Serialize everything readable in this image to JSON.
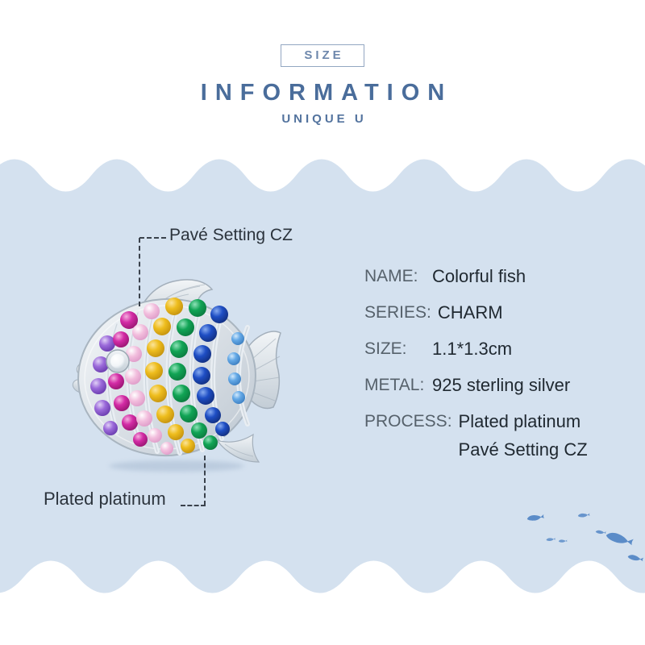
{
  "theme": {
    "background_blue": "#d4e1ef",
    "accent_blue": "#4a6d9b",
    "text_dark": "#2b333c",
    "label_gray": "#56616b",
    "school_fish_blue": "#5b8cc8"
  },
  "header": {
    "badge_label": "SIZE",
    "title": "INFORMATION",
    "subtitle": "UNIQUE U"
  },
  "callouts": {
    "pave": "Pavé Setting CZ",
    "plated": "Plated platinum"
  },
  "specs": [
    {
      "label": "NAME:",
      "value": "Colorful fish"
    },
    {
      "label": "SERIES:",
      "value": "CHARM"
    },
    {
      "label": "SIZE:",
      "value": "1.1*1.3cm"
    },
    {
      "label": "METAL:",
      "value": "925 sterling silver"
    },
    {
      "label": "PROCESS:",
      "value": "Plated platinum",
      "value2": "Pavé Setting CZ"
    }
  ],
  "illustration": {
    "subject": "Rainbow colorful fish charm in sterling silver with pavé-set cubic zirconia stripes",
    "stone_colors": [
      "#9b6ada",
      "#d32ba5",
      "#f2bedd",
      "#eebd1d",
      "#11a455",
      "#1e4ec4",
      "#63a8e6"
    ],
    "metal_color": "#d8dee4",
    "school": "small blue fish silhouettes swimming at bottom right"
  }
}
